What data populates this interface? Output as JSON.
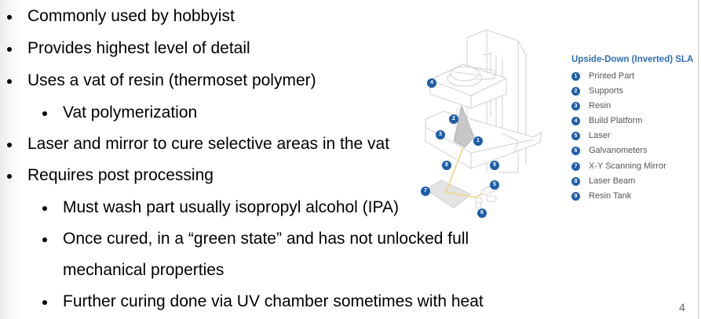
{
  "slide": {
    "page_number": "4",
    "bullets": [
      {
        "text": "Commonly used by hobbyist",
        "level": 1
      },
      {
        "text": "Provides highest level of detail",
        "level": 1
      },
      {
        "text": "Uses a vat of resin (thermoset polymer)",
        "level": 1
      },
      {
        "text": "Vat polymerization",
        "level": 2
      },
      {
        "text": "Laser and mirror to cure selective areas in the vat",
        "level": 1
      },
      {
        "text": "Requires post processing",
        "level": 1
      },
      {
        "text": "Must wash part usually isopropyl alcohol (IPA)",
        "level": 2
      },
      {
        "text": "Once cured, in a “green state” and has not unlocked full",
        "level": 2
      },
      {
        "text": "mechanical properties",
        "level": 2,
        "continuation": true
      },
      {
        "text": "Further curing done via UV chamber sometimes with heat",
        "level": 2
      }
    ]
  },
  "diagram": {
    "legend_title": "Upside-Down (Inverted) SLA",
    "accent_color": "#1f5ea8",
    "beam_color": "#f0d890",
    "items": [
      {
        "num": "1",
        "label": "Printed Part"
      },
      {
        "num": "2",
        "label": "Supports"
      },
      {
        "num": "3",
        "label": "Resin"
      },
      {
        "num": "4",
        "label": "Build Platform"
      },
      {
        "num": "5",
        "label": "Laser"
      },
      {
        "num": "6",
        "label": "Galvanometers"
      },
      {
        "num": "7",
        "label": "X-Y Scanning Mirror"
      },
      {
        "num": "8",
        "label": "Laser Beam"
      },
      {
        "num": "9",
        "label": "Resin Tank"
      }
    ]
  }
}
